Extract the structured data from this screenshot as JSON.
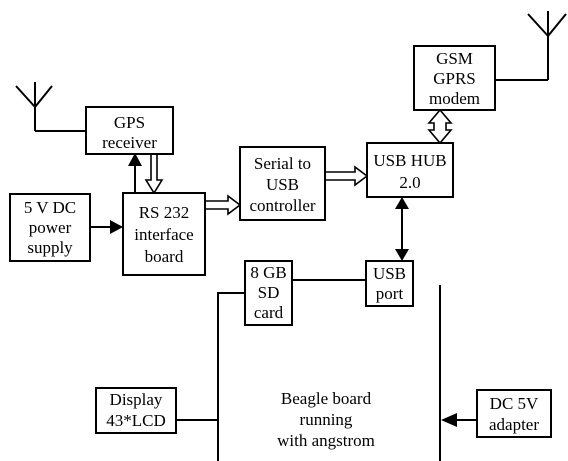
{
  "blocks": {
    "gps": [
      "GPS",
      "receiver"
    ],
    "power": [
      "5 V DC",
      "power",
      "supply"
    ],
    "rs232": [
      "RS 232",
      "interface",
      "board"
    ],
    "serial": [
      "Serial to",
      "USB",
      "controller"
    ],
    "gsm": [
      "GSM",
      "GPRS",
      "modem"
    ],
    "usbhub": [
      "USB HUB",
      "2.0"
    ],
    "sdcard": [
      "8 GB",
      "SD",
      "card"
    ],
    "usbport": [
      "USB",
      "port"
    ],
    "display": [
      "Display",
      "43*LCD"
    ],
    "beagle": [
      "Beagle board",
      "running",
      "with angstrom"
    ],
    "adapter": [
      "DC 5V",
      "adapter"
    ]
  },
  "colors": {
    "stroke": "#000000",
    "background": "#ffffff"
  },
  "icons": [
    "antenna-icon"
  ]
}
